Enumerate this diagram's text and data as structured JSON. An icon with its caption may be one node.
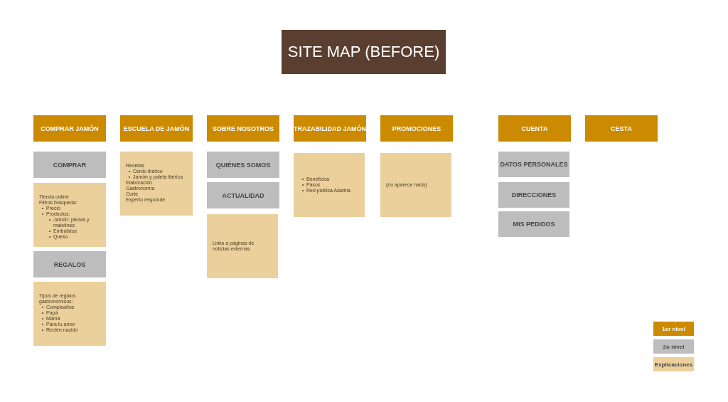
{
  "diagram": {
    "title": "SITE MAP (BEFORE)",
    "nodes": [
      {
        "text": [
          "COMPRAR JAMÓN"
        ]
      },
      {
        "text": [
          "COMPRAR"
        ]
      },
      {
        "text": [
          "Tienda online",
          "Filtros búsqueda:",
          "Precio",
          "Productos:",
          "Jamón: piezas y maletines",
          "Embutidos",
          "Queso"
        ]
      },
      {
        "text": [
          "REGALOS"
        ]
      },
      {
        "text": [
          "Tipos de regalos gastronómicos:",
          "Cumpleaños",
          "Papá",
          "Mamá",
          "Para tu amor",
          "Recién nacido"
        ]
      },
      {
        "text": [
          "ESCUELA DE JAMÓN"
        ]
      },
      {
        "text": [
          "Recetas",
          "Cerdo ibérico",
          "Jamón y paleta ibérica",
          "Elaboración",
          "Gastronomía",
          "Corte",
          "Experto responde"
        ]
      },
      {
        "text": [
          "SOBRE NOSOTROS"
        ]
      },
      {
        "text": [
          "QUIÉNES SOMOS"
        ]
      },
      {
        "text": [
          "ACTUALIDAD"
        ]
      },
      {
        "text": [
          "Links a páginas de noticias externas"
        ]
      },
      {
        "text": [
          "TRAZABILIDAD JAMÓN"
        ]
      },
      {
        "text": [
          "Beneficios",
          "Pasos",
          "Red pública Alastria"
        ]
      },
      {
        "text": [
          "PROMOCIONES"
        ]
      },
      {
        "text": [
          "(no aparece nada)"
        ]
      },
      {
        "text": [
          "CUENTA"
        ]
      },
      {
        "text": [
          "DATOS PERSONALES"
        ]
      },
      {
        "text": [
          "DIRECCIONES"
        ]
      },
      {
        "text": [
          "MIS PEDIDOS"
        ]
      },
      {
        "text": [
          "CESTA"
        ]
      }
    ],
    "edges": [],
    "legend": [
      {
        "text": "1er nivel",
        "color": "#cc8a00"
      },
      {
        "text": "2o nivel",
        "color": "#bdbdbd"
      },
      {
        "text": "Explicaciones",
        "color": "#ebd09b"
      }
    ]
  }
}
